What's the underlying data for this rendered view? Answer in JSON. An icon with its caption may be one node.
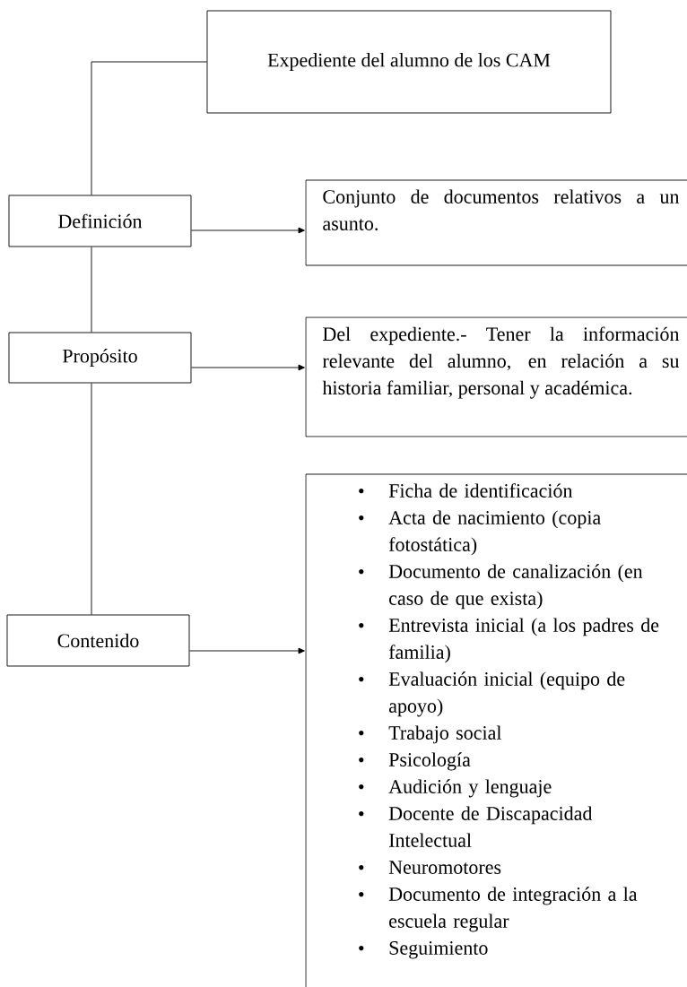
{
  "diagram": {
    "nodes": [
      {
        "text": [
          "Expediente del alumno de los CAM"
        ]
      },
      {
        "text": [
          "Definición"
        ]
      },
      {
        "text": [
          "Conjunto de documentos relativos a un asunto."
        ]
      },
      {
        "text": [
          "Propósito"
        ]
      },
      {
        "text": [
          "Del expediente.- Tener la información relevante del alumno, en relación a su historia familiar, personal y académica."
        ]
      },
      {
        "text": [
          "Contenido"
        ]
      },
      {
        "text": [
          "Ficha de identificación",
          "Acta de nacimiento (copia fotostática)",
          "Documento de canalización (en caso de que exista)",
          "Entrevista inicial (a los padres de familia)",
          "Evaluación inicial (equipo de apoyo)",
          "Trabajo social",
          "Psicología",
          "Audición y lenguaje",
          "Docente de Discapacidad Intelectual",
          "Neuromotores",
          "Documento de integración a la escuela regular",
          "Seguimiento"
        ]
      }
    ],
    "edges": [
      {
        "from": 0,
        "to": 1,
        "arrow": "none"
      },
      {
        "from": 1,
        "to": 2,
        "arrow": "to"
      },
      {
        "from": 1,
        "to": 3,
        "arrow": "none"
      },
      {
        "from": 3,
        "to": 4,
        "arrow": "to"
      },
      {
        "from": 3,
        "to": 5,
        "arrow": "none"
      },
      {
        "from": 5,
        "to": 6,
        "arrow": "to"
      }
    ]
  }
}
